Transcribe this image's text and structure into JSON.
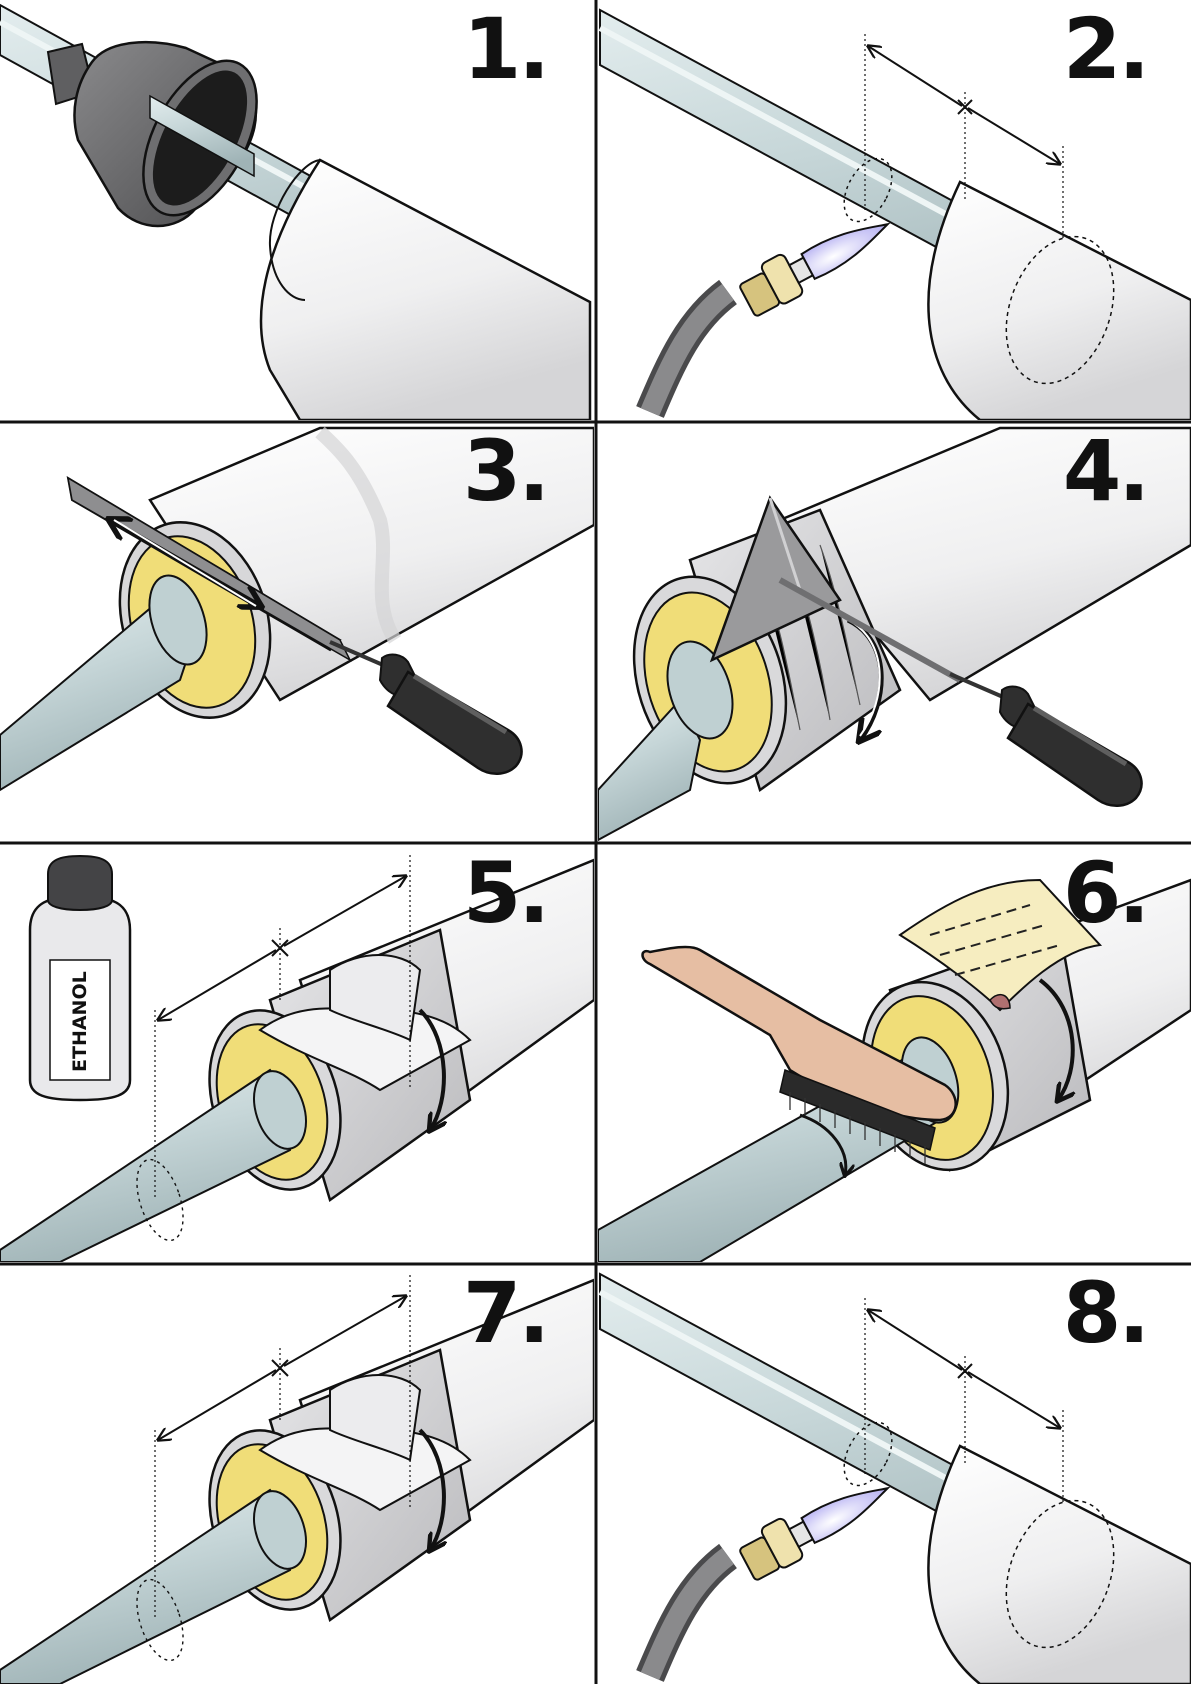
{
  "panels": [
    {
      "number": "1."
    },
    {
      "number": "2."
    },
    {
      "number": "3."
    },
    {
      "number": "4."
    },
    {
      "number": "5."
    },
    {
      "number": "6."
    },
    {
      "number": "7."
    },
    {
      "number": "8."
    }
  ],
  "bottle": {
    "label": "ETHANOL"
  },
  "colors": {
    "pipe": "#c9d8da",
    "sleeve": "#f1f1f2",
    "foam": "#f3de7e",
    "tape": "#d9d9db",
    "handle": "#2b2b2b",
    "flame": "#b9b6f5",
    "brush": "#e8bfa3",
    "sandpaper": "#f7efc1",
    "grid": "#111111"
  },
  "icons": [
    "shrink-sleeve-icon",
    "torch-icon",
    "file-icon",
    "scraper-icon",
    "ethanol-bottle-icon",
    "wire-brush-icon",
    "sandpaper-icon"
  ]
}
